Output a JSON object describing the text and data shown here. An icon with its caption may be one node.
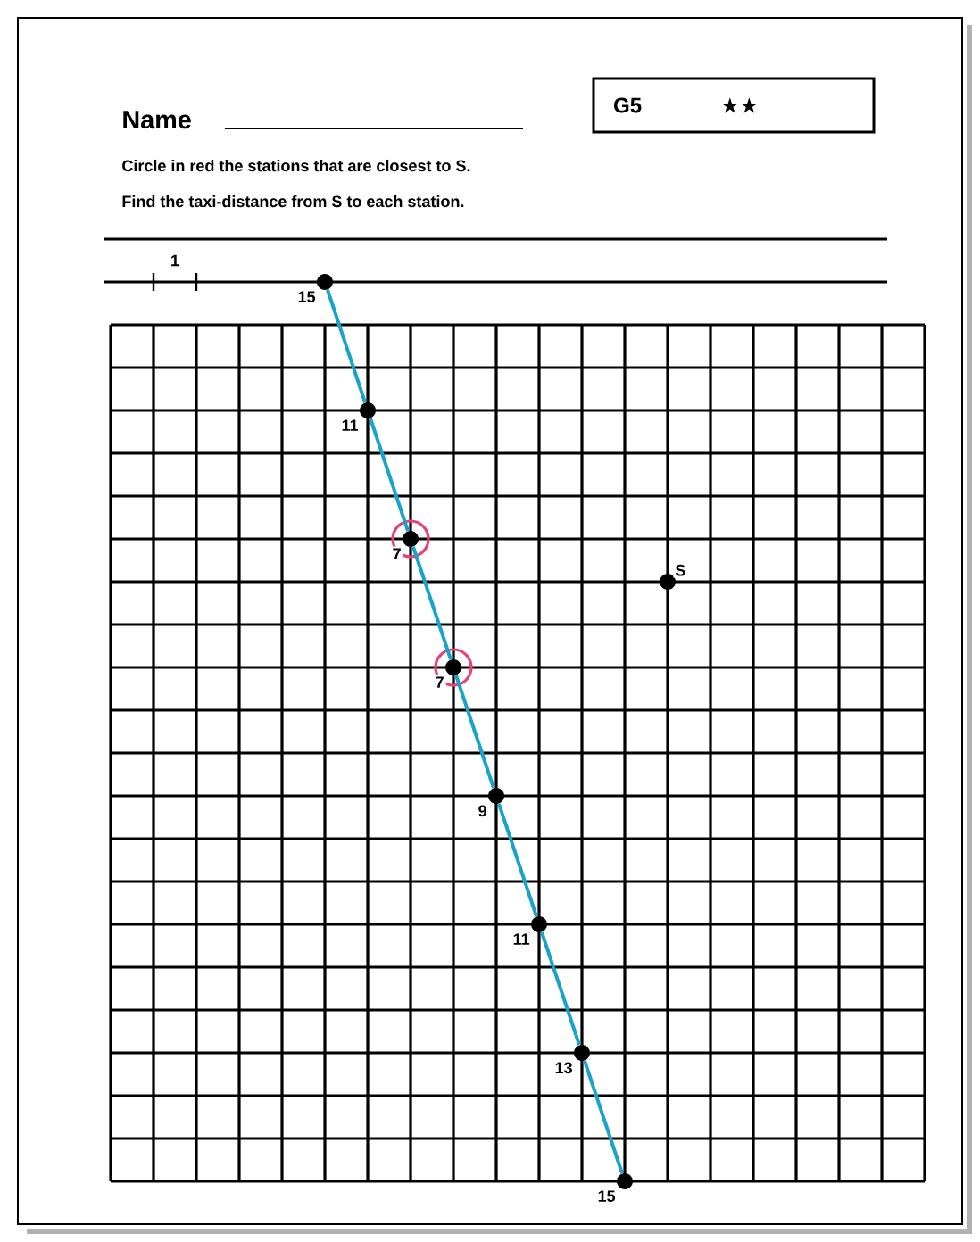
{
  "diagram": {
    "nodes": [
      {
        "text": [
          "G5",
          "★★"
        ]
      },
      {
        "text": [],
        "shape": "circle",
        "beside": [
          "15"
        ]
      },
      {
        "text": [],
        "shape": "circle",
        "beside": [
          "11"
        ]
      },
      {
        "text": [],
        "shape": "circle"
      },
      {
        "text": [],
        "shape": "circle",
        "beside": [
          "7"
        ],
        "in": 3
      },
      {
        "text": [],
        "shape": "circle"
      },
      {
        "text": [],
        "shape": "circle",
        "beside": [
          "7"
        ],
        "in": 5
      },
      {
        "text": [],
        "shape": "circle",
        "beside": [
          "9"
        ]
      },
      {
        "text": [],
        "shape": "circle",
        "beside": [
          "11"
        ]
      },
      {
        "text": [],
        "shape": "circle",
        "beside": [
          "13"
        ]
      },
      {
        "text": [],
        "shape": "circle",
        "beside": [
          "15"
        ]
      },
      {
        "text": [],
        "shape": "circle",
        "beside": [
          "S"
        ]
      }
    ],
    "edges": [
      {
        "from": 1,
        "to": 2,
        "arrow": "none",
        "color": "#1aa3c8"
      },
      {
        "from": 2,
        "to": 4,
        "arrow": "none",
        "color": "#1aa3c8"
      },
      {
        "from": 4,
        "to": 6,
        "arrow": "none",
        "color": "#1aa3c8"
      },
      {
        "from": 6,
        "to": 7,
        "arrow": "none",
        "color": "#1aa3c8"
      },
      {
        "from": 7,
        "to": 8,
        "arrow": "none",
        "color": "#1aa3c8"
      },
      {
        "from": 8,
        "to": 9,
        "arrow": "none",
        "color": "#1aa3c8"
      },
      {
        "from": 9,
        "to": 10,
        "arrow": "none",
        "color": "#1aa3c8"
      }
    ],
    "labels": [
      "Name",
      "Circle in red the stations that are closest to S.",
      "Find the taxi-distance from S to each station.",
      "1"
    ]
  }
}
